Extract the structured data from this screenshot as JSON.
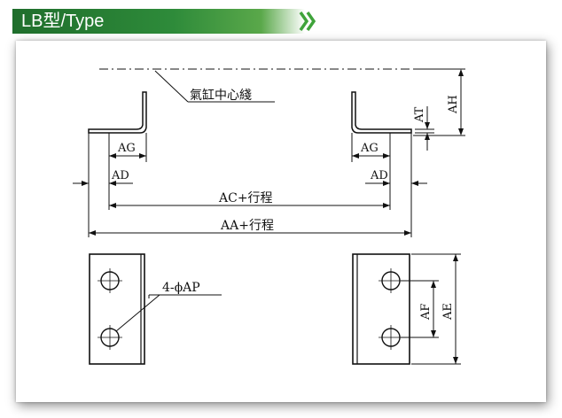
{
  "header": {
    "title": "LB型/Type",
    "accent_color": "#2e8b3a",
    "chevron_icon": "double-chevron-right-icon"
  },
  "diagram": {
    "cylinder_center_label": "氣缸中心綫",
    "dims": {
      "AH": "AH",
      "AT": "AT",
      "AG_left": "AG",
      "AG_right": "AG",
      "AD_left": "AD",
      "AD_right": "AD",
      "AC_stroke": "AC+行程",
      "AA_stroke": "AA+行程",
      "holes": "4-ϕAP",
      "AF": "AF",
      "AE": "AE"
    }
  }
}
